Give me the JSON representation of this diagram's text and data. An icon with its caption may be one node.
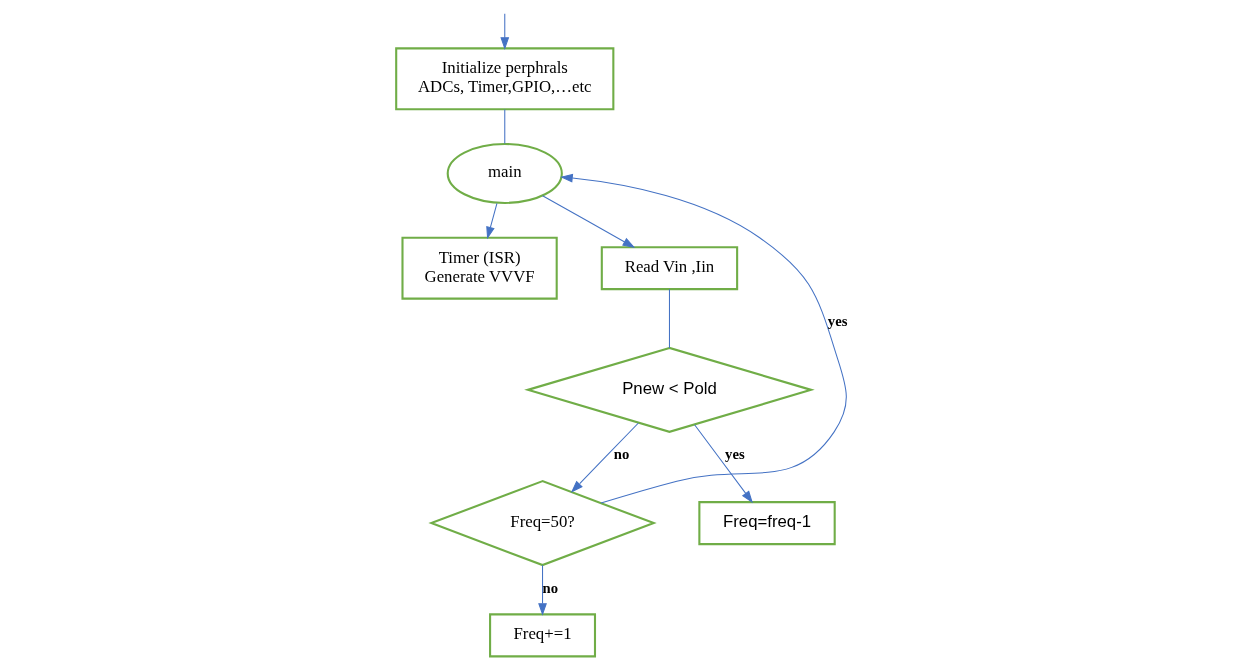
{
  "diagram": {
    "nodes": [
      {
        "text": [
          "Initialize perphrals",
          "ADCs, Timer,GPIO,…etc"
        ]
      },
      {
        "text": [
          "main"
        ]
      },
      {
        "text": [
          "Timer (ISR)",
          "Generate VVVF"
        ]
      },
      {
        "text": [
          "Read Vin ,Iin"
        ]
      },
      {
        "text": [
          "Pnew < Pold"
        ]
      },
      {
        "text": [
          "Freq=50?"
        ]
      },
      {
        "text": [
          "Freq=freq-1"
        ]
      },
      {
        "text": [
          "Freq+=1"
        ]
      }
    ],
    "edges": [
      {
        "from": null,
        "to": 0,
        "arrow": "to"
      },
      {
        "from": 0,
        "to": 1,
        "arrow": "none"
      },
      {
        "from": 1,
        "to": 3,
        "arrow": "to"
      },
      {
        "from": 1,
        "to": 2,
        "arrow": "to"
      },
      {
        "from": 3,
        "to": 4,
        "arrow": "none"
      },
      {
        "from": 4,
        "to": 6,
        "label": "yes",
        "arrow": "to"
      },
      {
        "from": 4,
        "to": 5,
        "label": "no",
        "arrow": "to"
      },
      {
        "from": 5,
        "to": 1,
        "label": "yes",
        "arrow": "to"
      },
      {
        "from": 5,
        "to": 7,
        "label": "no",
        "arrow": "to"
      }
    ]
  }
}
